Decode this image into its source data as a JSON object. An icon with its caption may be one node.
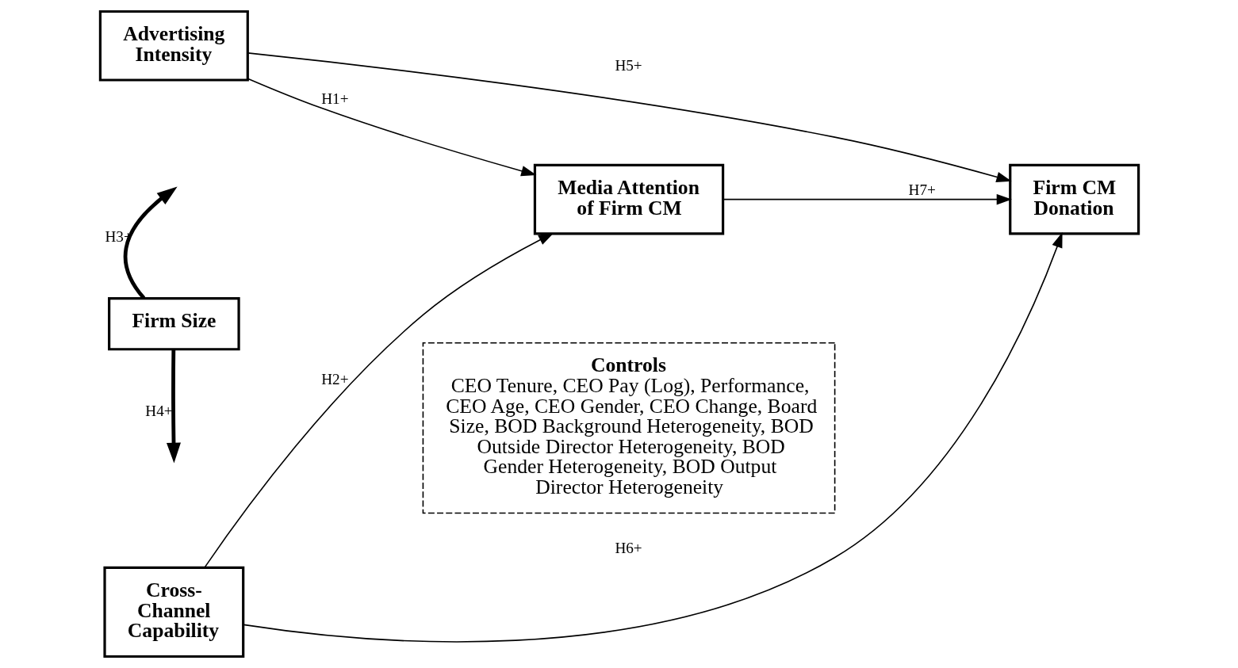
{
  "diagram": {
    "nodes": [
      {
        "text": [
          "Advertising Intensity"
        ]
      },
      {
        "text": [
          "Firm Size"
        ]
      },
      {
        "text": [
          "Cross-Channel Capability"
        ]
      },
      {
        "text": [
          "Media Attention of Firm CM"
        ]
      },
      {
        "text": [
          "Firm CM Donation"
        ]
      },
      {
        "text": [
          "Controls",
          "CEO Tenure, CEO Pay (Log), Performance, CEO Age, CEO Gender, CEO Change, Board Size, BOD Background Heterogeneity, BOD Outside Director Heterogeneity, BOD Gender Heterogeneity, BOD Output Director Heterogeneity"
        ]
      }
    ],
    "edges": [
      {
        "from": 0,
        "to": 3,
        "arrow": "to",
        "label": "H1+"
      },
      {
        "from": 0,
        "to": 4,
        "arrow": "to",
        "label": "H5+"
      },
      {
        "from": 1,
        "to": null,
        "arrow": "to",
        "label": "H3+",
        "style": "thick"
      },
      {
        "from": 1,
        "to": null,
        "arrow": "to",
        "label": "H4+",
        "style": "thick"
      },
      {
        "from": 2,
        "to": 3,
        "arrow": "to",
        "label": "H2+"
      },
      {
        "from": 2,
        "to": 4,
        "arrow": "to",
        "label": "H6+"
      },
      {
        "from": 3,
        "to": 4,
        "arrow": "to",
        "label": "H7+"
      }
    ]
  }
}
